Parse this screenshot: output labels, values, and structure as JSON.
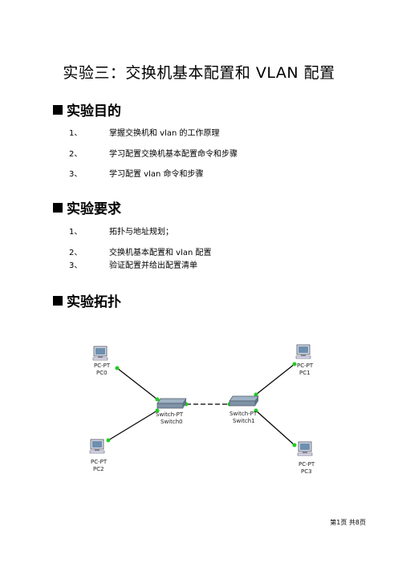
{
  "doc_title": "实验三：交换机基本配置和 VLAN 配置",
  "sections": [
    {
      "heading": "实验目的",
      "items": [
        {
          "num": "1、",
          "text": "掌握交换机和 vlan 的工作原理"
        },
        {
          "num": "2、",
          "text": "学习配置交换机基本配置命令和步骤"
        },
        {
          "num": "3、",
          "text": "学习配置 vlan 命令和步骤"
        }
      ]
    },
    {
      "heading": "实验要求",
      "items": [
        {
          "num": "1、",
          "text": "拓扑与地址规划；"
        },
        {
          "num": "2、",
          "text": "交换机基本配置和 vlan 配置"
        },
        {
          "num": "3、",
          "text": "验证配置并给出配置清单"
        }
      ]
    },
    {
      "heading": "实验拓扑",
      "items": []
    }
  ],
  "topology": {
    "devices": [
      {
        "type_label": "PC-PT",
        "name": "PC0",
        "icon": "pc-icon"
      },
      {
        "type_label": "PC-PT",
        "name": "PC1",
        "icon": "pc-icon"
      },
      {
        "type_label": "PC-PT",
        "name": "PC2",
        "icon": "pc-icon"
      },
      {
        "type_label": "PC-PT",
        "name": "PC3",
        "icon": "pc-icon"
      },
      {
        "type_label": "Switch-PT",
        "name": "Switch0",
        "icon": "switch-icon"
      },
      {
        "type_label": "Switch-PT",
        "name": "Switch1",
        "icon": "switch-icon"
      }
    ],
    "link_color": "#000000",
    "port_color": "#22cc22"
  },
  "page_number": "第1页 共8页"
}
